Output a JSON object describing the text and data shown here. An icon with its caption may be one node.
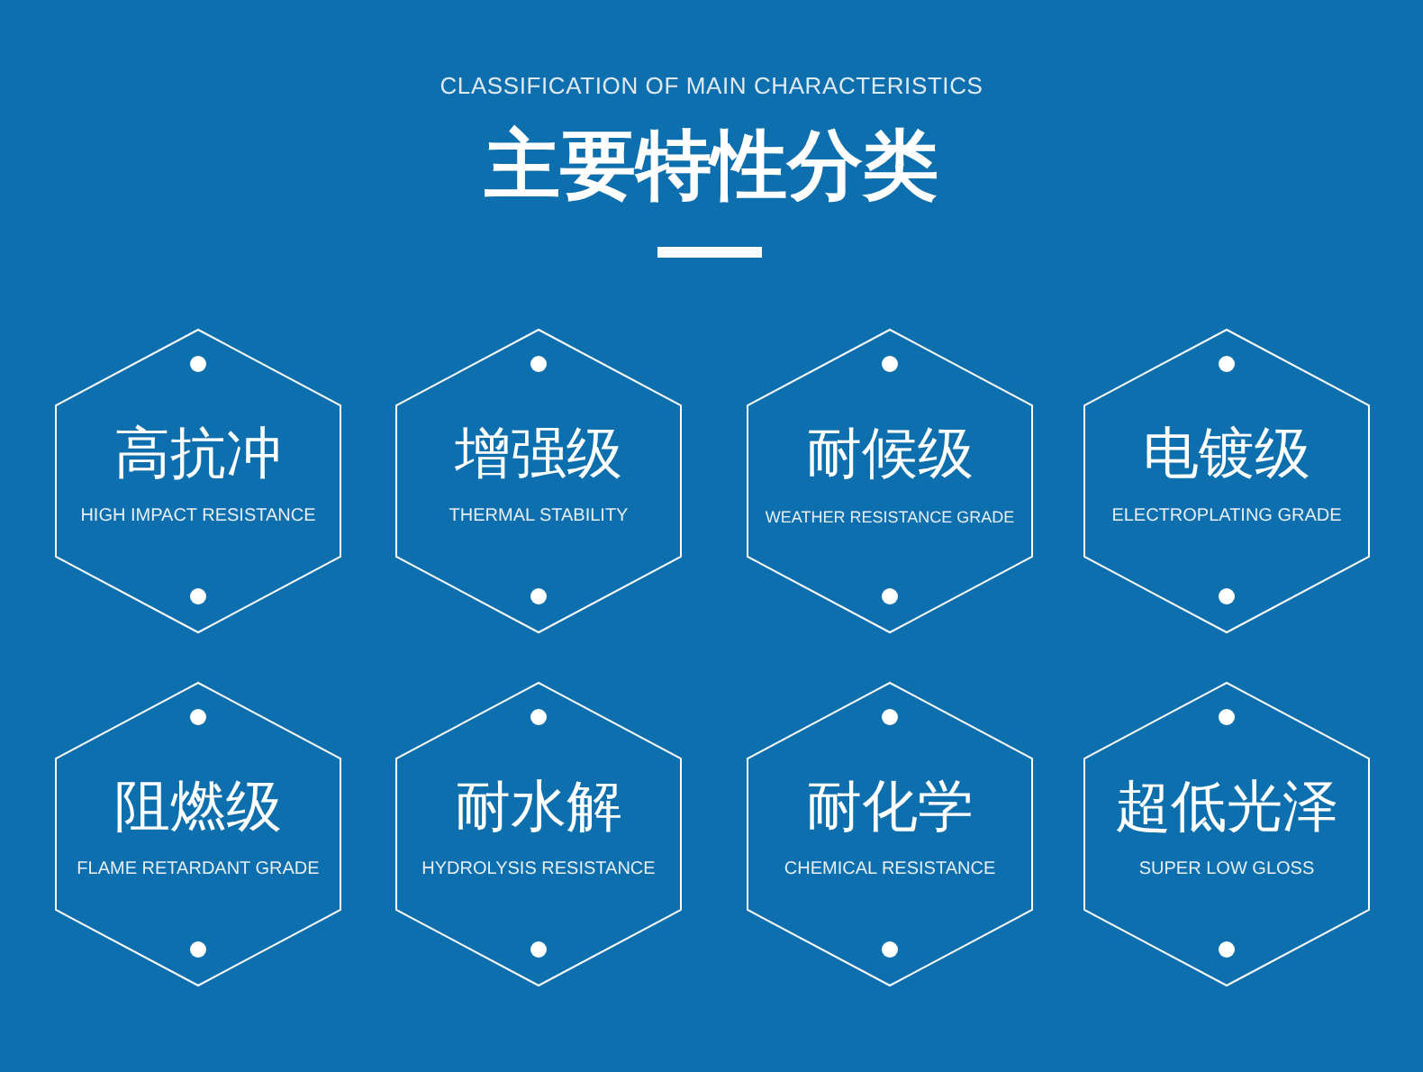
{
  "diagram": {
    "title": "主要特性分类",
    "labels": [
      "CLASSIFICATION OF MAIN CHARACTERISTICS"
    ],
    "nodes": [
      {
        "text": [
          "高抗冲",
          "HIGH IMPACT RESISTANCE"
        ]
      },
      {
        "text": [
          "增强级",
          "THERMAL STABILITY"
        ]
      },
      {
        "text": [
          "耐候级",
          "WEATHER RESISTANCE GRADE"
        ]
      },
      {
        "text": [
          "电镀级",
          "ELECTROPLATING GRADE"
        ]
      },
      {
        "text": [
          "阻燃级",
          "FLAME RETARDANT GRADE"
        ]
      },
      {
        "text": [
          "耐水解",
          "HYDROLYSIS RESISTANCE"
        ]
      },
      {
        "text": [
          "耐化学",
          "CHEMICAL RESISTANCE"
        ]
      },
      {
        "text": [
          "超低光泽",
          "SUPER LOW GLOSS"
        ]
      }
    ]
  }
}
